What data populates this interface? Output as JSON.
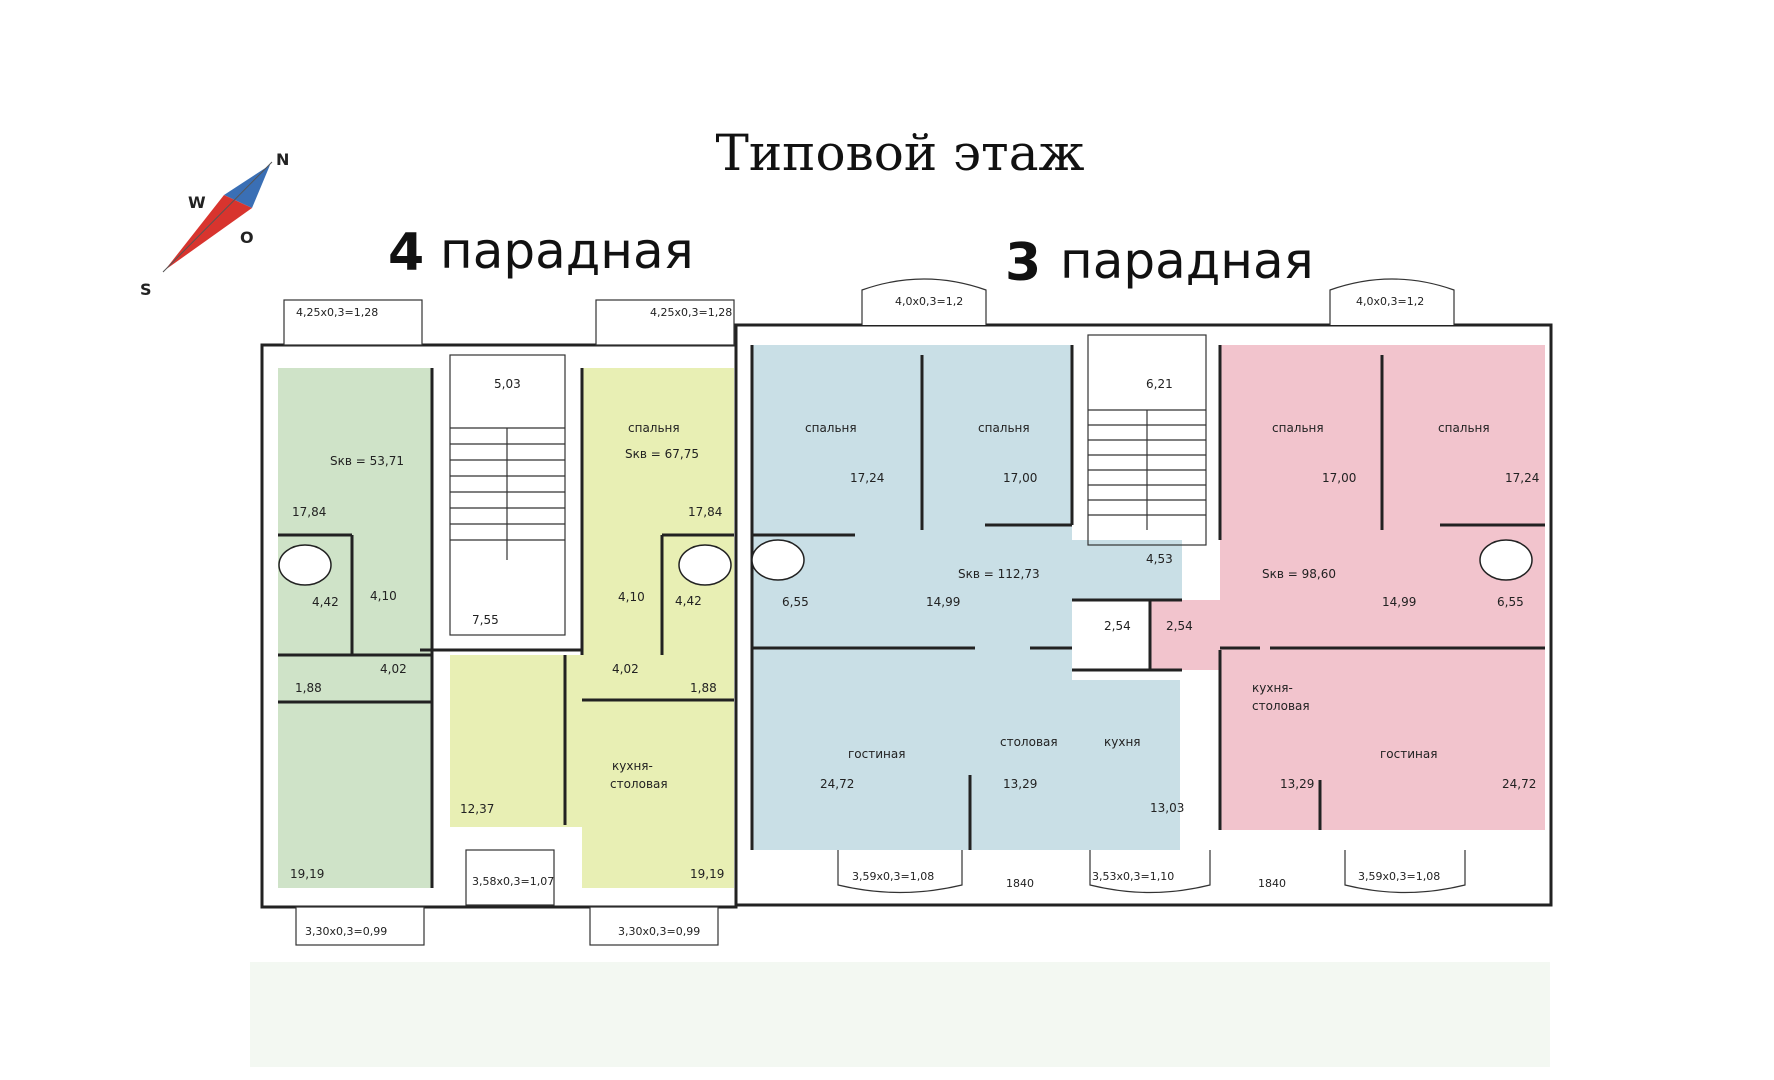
{
  "title": "Типовой этаж",
  "entrances": [
    {
      "number": "4",
      "word": "парадная"
    },
    {
      "number": "3",
      "word": "парадная"
    }
  ],
  "compass": {
    "n": "N",
    "w": "W",
    "o": "O",
    "s": "S",
    "color_north": "#3a6fb5",
    "color_south": "#d8342e"
  },
  "colors": {
    "green": "#cfe3c8",
    "yellow": "#e8efb4",
    "blue": "#c9dfe6",
    "pink": "#f2c4cd",
    "wall": "#222222"
  },
  "apartments": {
    "green": {
      "area": "Sкв = 53,71",
      "r1": "17,84",
      "r2": "4,42",
      "r3": "4,10",
      "r4": "1,88",
      "r5": "4,02",
      "r6": "19,19"
    },
    "yellow": {
      "bedroom": "спальня",
      "area": "Sкв = 67,75",
      "r1": "17,84",
      "r2": "4,10",
      "r3": "4,42",
      "r4": "4,02",
      "r5": "1,88",
      "r6": "12,37",
      "kitchen": "кухня-\nстоловая",
      "kitchen1": "кухня-",
      "kitchen2": "столовая",
      "r7": "19,19"
    },
    "blue": {
      "bed1": "спальня",
      "bed2": "спальня",
      "r1": "17,24",
      "r2": "17,00",
      "area": "Sкв = 112,73",
      "r3": "6,55",
      "r4": "14,99",
      "r5": "2,54",
      "living": "гостиная",
      "dining": "столовая",
      "kitchen": "кухня",
      "r6": "24,72",
      "r7": "13,29",
      "r8": "13,03"
    },
    "pink": {
      "bed1": "спальня",
      "bed2": "спальня",
      "r1": "17,00",
      "r2": "17,24",
      "area": "Sкв = 98,60",
      "r3": "14,99",
      "r4": "6,55",
      "r5": "2,54",
      "kitchen1": "кухня-",
      "kitchen2": "столовая",
      "living": "гостиная",
      "r6": "13,29",
      "r7": "24,72"
    }
  },
  "stairs": {
    "s1": "5,03",
    "s2": "7,55",
    "s3": "6,21",
    "s4": "4,53"
  },
  "balconies": {
    "b1": "4,25x0,3=1,28",
    "b2": "4,25x0,3=1,28",
    "b3": "4,0x0,3=1,2",
    "b4": "4,0x0,3=1,2",
    "b5": "3,30x0,3=0,99",
    "b6": "3,58x0,3=1,07",
    "b7": "3,30x0,3=0,99",
    "b8": "3,59x0,3=1,08",
    "b9": "1840",
    "b10": "3,53x0,3=1,10",
    "b11": "1840",
    "b12": "3,59x0,3=1,08"
  }
}
